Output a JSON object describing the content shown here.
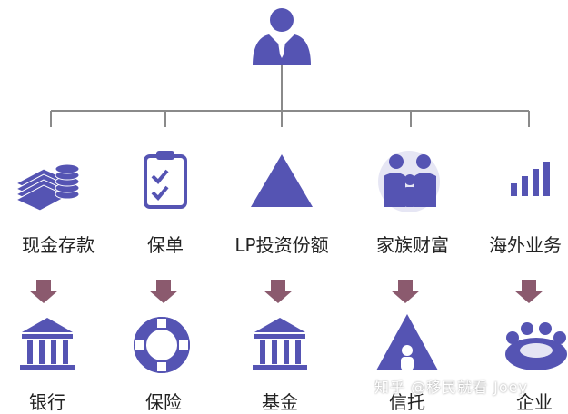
{
  "colors": {
    "primary": "#5554b3",
    "arrow": "#8b5a6e",
    "line": "#8a8a8a"
  },
  "root_icon": "person-icon",
  "categories": [
    {
      "icon": "coins-icon",
      "label": "现金存款",
      "vehicle_icon": "bank-icon",
      "vehicle": "银行"
    },
    {
      "icon": "clipboard-checklist-icon",
      "label": "保单",
      "vehicle_icon": "lifebuoy-icon",
      "vehicle": "保险"
    },
    {
      "icon": "triangle-icon",
      "label": "LP投资份额",
      "vehicle_icon": "bank-icon",
      "vehicle": "基金"
    },
    {
      "icon": "family-icon",
      "label": "家族财富",
      "vehicle_icon": "trust-triangle-icon",
      "vehicle": "信托"
    },
    {
      "icon": "bar-chart-icon",
      "label": "海外业务",
      "vehicle_icon": "meeting-group-icon",
      "vehicle": "企业"
    }
  ],
  "watermark": "知乎 @移民就看 Joey"
}
